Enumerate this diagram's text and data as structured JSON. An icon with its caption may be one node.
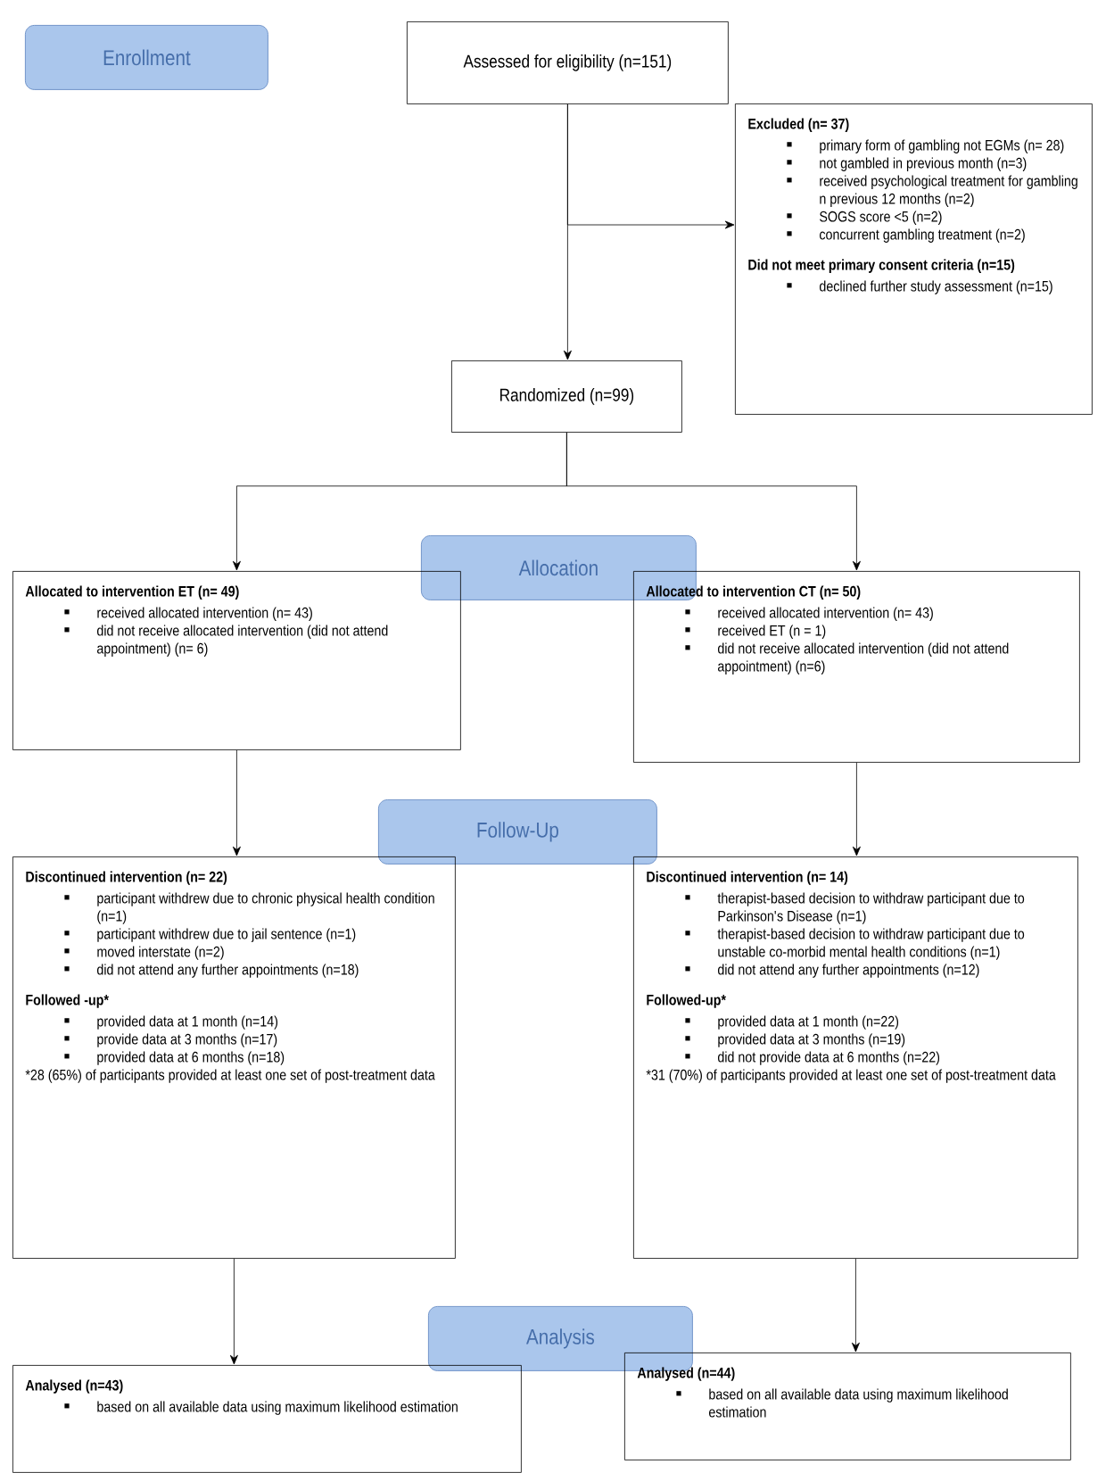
{
  "diagram": {
    "nodes": [
      {
        "text": [
          "Enrollment"
        ]
      },
      {
        "text": [
          "Assessed for eligibility (n=151)"
        ]
      },
      {
        "text": [
          "Excluded (n= 37)",
          "primary form of gambling not EGMs (n= 28)",
          "not gambled in previous month (n=3)",
          "received psychological treatment for gambling n previous 12 months (n=2)",
          "SOGS score <5 (n=2)",
          "concurrent gambling treatment (n=2)",
          "Did not meet primary consent criteria (n=15)",
          "declined further study assessment (n=15)"
        ]
      },
      {
        "text": [
          "Randomized (n=99)"
        ]
      },
      {
        "text": [
          "Allocation"
        ]
      },
      {
        "text": [
          "Allocated to intervention ET (n= 49)",
          "received allocated intervention (n= 43)",
          "did not receive allocated intervention (did not attend appointment) (n= 6)"
        ]
      },
      {
        "text": [
          "Allocated to intervention CT (n= 50)",
          "received allocated intervention (n= 43)",
          "received ET (n = 1)",
          "did not receive allocated intervention (did not attend appointment) (n=6)"
        ]
      },
      {
        "text": [
          "Follow-Up"
        ]
      },
      {
        "text": [
          "Discontinued intervention (n= 22)",
          "participant withdrew due to chronic physical health condition (n=1)",
          "participant withdrew due to jail sentence (n=1)",
          "moved interstate (n=2)",
          "did not attend any further appointments (n=18)",
          "Followed -up*",
          "provided data at 1 month (n=14)",
          "provide data at 3 months (n=17)",
          "provided data at 6 months (n=18)",
          "*28 (65%) of participants provided at least one set of post-treatment data"
        ]
      },
      {
        "text": [
          "Discontinued intervention (n= 14)",
          "therapist-based decision to withdraw participant due to Parkinson's Disease (n=1)",
          "therapist-based decision to withdraw participant due to unstable co-morbid mental health conditions (n=1)",
          "did not attend any further appointments (n=12)",
          "Followed-up*",
          "provided data at 1 month (n=22)",
          "provided data at 3 months (n=19)",
          "did not provide data at 6 months (n=22)",
          "*31 (70%) of participants provided at least one set of post-treatment data"
        ]
      },
      {
        "text": [
          "Analysis"
        ]
      },
      {
        "text": [
          "Analysed (n=43)",
          "based on all available data using maximum likelihood estimation"
        ]
      },
      {
        "text": [
          "Analysed (n=44)",
          "based on all available data using maximum likelihood estimation"
        ]
      }
    ],
    "edges": [
      {
        "from": 1,
        "to": 3,
        "arrow": "to"
      },
      {
        "from": 1,
        "to": 2,
        "arrow": "to"
      },
      {
        "from": 3,
        "to": 5,
        "arrow": "to"
      },
      {
        "from": 3,
        "to": 6,
        "arrow": "to"
      },
      {
        "from": 5,
        "to": 8,
        "arrow": "to"
      },
      {
        "from": 6,
        "to": 9,
        "arrow": "to"
      },
      {
        "from": 8,
        "to": 11,
        "arrow": "to"
      },
      {
        "from": 9,
        "to": 12,
        "arrow": "to"
      }
    ]
  }
}
